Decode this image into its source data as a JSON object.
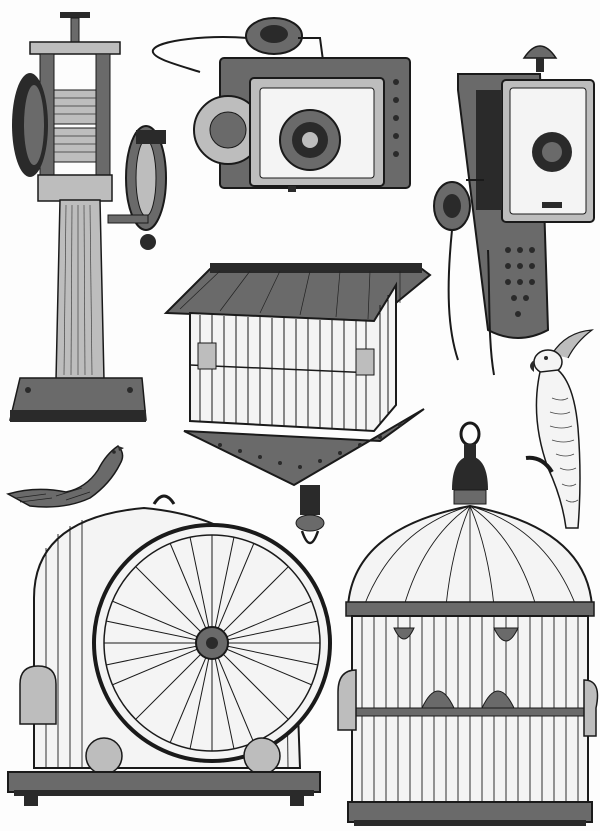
{
  "figure": {
    "style": "vintage engraving illustration sheet",
    "background_color": "#ffffff",
    "ink_color": "#1a1a1a",
    "items": [
      {
        "name": "rolling-mill-machine"
      },
      {
        "name": "wall-telephone-with-receiver"
      },
      {
        "name": "crank-wall-telephone"
      },
      {
        "name": "hanging-pagoda-birdcage"
      },
      {
        "name": "cockatoo-on-branch"
      },
      {
        "name": "small-bird-perched"
      },
      {
        "name": "round-wheel-birdcage"
      },
      {
        "name": "domed-birdcage"
      }
    ]
  }
}
